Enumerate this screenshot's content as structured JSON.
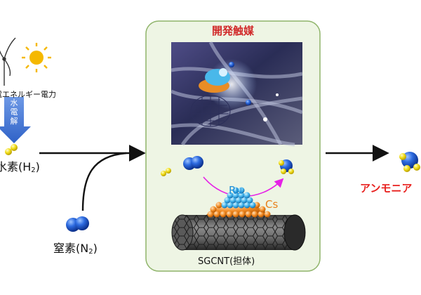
{
  "title": "開発触媒",
  "renewable_label": "電エネルギー電力",
  "electrolysis_chars": [
    "水",
    "電",
    "解"
  ],
  "hydrogen": {
    "main": "水素(H",
    "sub": "2",
    "close": ")"
  },
  "nitrogen": {
    "main": "窒素(N",
    "sub": "2",
    "close": ")"
  },
  "ammonia_label": "アンモニア",
  "ru_label": "Ru",
  "cs_label": "Cs",
  "support_label": "SGCNT(担体)",
  "colors": {
    "panel_fill": "#eef5e4",
    "panel_border": "#8fb46a",
    "title": "#d12a2a",
    "ammonia_text": "#e8201e",
    "ru_text": "#1e8fd8",
    "cs_text": "#e8801c",
    "nitrogen_atom": "#1f5bd6",
    "hydrogen_atom": "#f2e21a",
    "magenta_arrow": "#e620e6",
    "blue_arrow": "#3d78d8"
  }
}
